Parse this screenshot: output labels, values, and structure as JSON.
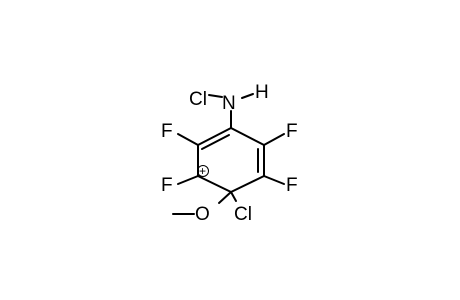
{
  "molecule": {
    "atoms": {
      "cl_n": "Cl",
      "n": "N",
      "h": "H",
      "f_upper_left": "F",
      "f_upper_right": "F",
      "f_lower_left": "F",
      "f_lower_right": "F",
      "o": "O",
      "cl_c": "Cl",
      "cation_charge": "+"
    },
    "colors": {
      "ink": "#000000",
      "background": "#ffffff"
    }
  }
}
